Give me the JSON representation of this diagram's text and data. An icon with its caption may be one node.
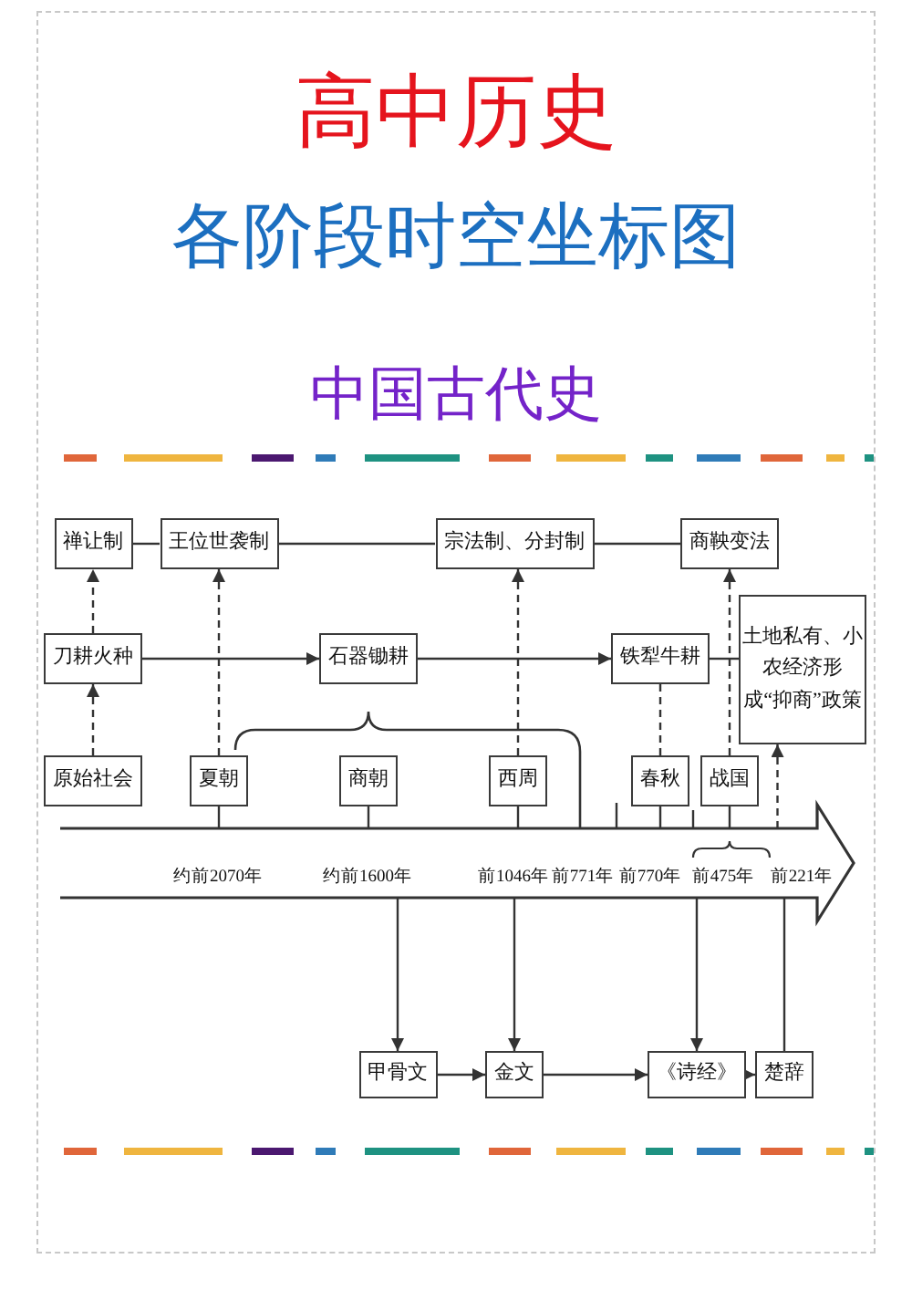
{
  "diagram": {
    "title": "高中历史",
    "nodes": [
      {
        "text": [
          "禅让制"
        ]
      },
      {
        "text": [
          "王位世袭制"
        ]
      },
      {
        "text": [
          "宗法制、分封制"
        ]
      },
      {
        "text": [
          "商鞅变法"
        ]
      },
      {
        "text": [
          "刀耕火种"
        ]
      },
      {
        "text": [
          "石器锄耕"
        ]
      },
      {
        "text": [
          "铁犁牛耕"
        ]
      },
      {
        "text": [
          "土地私有、小农经济形成“抑商”政策"
        ]
      },
      {
        "text": [
          "原始社会"
        ]
      },
      {
        "text": [
          "夏朝"
        ]
      },
      {
        "text": [
          "商朝"
        ]
      },
      {
        "text": [
          "西周"
        ]
      },
      {
        "text": [
          "春秋"
        ]
      },
      {
        "text": [
          "战国"
        ]
      },
      {
        "text": [
          "约前2070年",
          "约前1600年",
          "前1046年",
          "前771年",
          "前770年",
          "前475年",
          "前221年"
        ]
      },
      {
        "text": [
          "甲骨文"
        ]
      },
      {
        "text": [
          "金文"
        ]
      },
      {
        "text": [
          "《诗经》"
        ]
      },
      {
        "text": [
          "楚辞"
        ]
      }
    ],
    "edges": [
      {
        "from": 0,
        "to": 1,
        "arrow": "none"
      },
      {
        "from": 1,
        "to": 2,
        "arrow": "none"
      },
      {
        "from": 2,
        "to": 3,
        "arrow": "none"
      },
      {
        "from": 4,
        "to": 5,
        "arrow": "to"
      },
      {
        "from": 5,
        "to": 6,
        "arrow": "to"
      },
      {
        "from": 6,
        "to": 7,
        "arrow": "none"
      },
      {
        "from": 8,
        "to": 4,
        "arrow": "to",
        "style": "dashed"
      },
      {
        "from": 4,
        "to": 0,
        "arrow": "to",
        "style": "dashed"
      },
      {
        "from": 9,
        "to": 1,
        "arrow": "to",
        "style": "dashed"
      },
      {
        "from": 11,
        "to": 2,
        "arrow": "to",
        "style": "dashed"
      },
      {
        "from": 12,
        "to": 6,
        "arrow": "none",
        "style": "dashed"
      },
      {
        "from": 13,
        "to": 3,
        "arrow": "to",
        "style": "dashed"
      },
      {
        "from": 14,
        "to": 7,
        "arrow": "to",
        "style": "dashed"
      },
      {
        "from": 9,
        "to": 14,
        "arrow": "none"
      },
      {
        "from": 10,
        "to": 14,
        "arrow": "none"
      },
      {
        "from": 11,
        "to": 14,
        "arrow": "none"
      },
      {
        "from": 12,
        "to": 14,
        "arrow": "none"
      },
      {
        "from": 13,
        "to": 14,
        "arrow": "none"
      },
      {
        "from": 14,
        "to": 15,
        "arrow": "to"
      },
      {
        "from": 14,
        "to": 16,
        "arrow": "to"
      },
      {
        "from": 14,
        "to": 17,
        "arrow": "to"
      },
      {
        "from": 14,
        "to": 18,
        "arrow": "none"
      },
      {
        "from": 15,
        "to": 16,
        "arrow": "to"
      },
      {
        "from": 16,
        "to": 17,
        "arrow": "to"
      },
      {
        "from": 17,
        "to": 18,
        "arrow": "to"
      }
    ],
    "labels": [
      "各阶段时空坐标图",
      "中国古代史"
    ]
  }
}
